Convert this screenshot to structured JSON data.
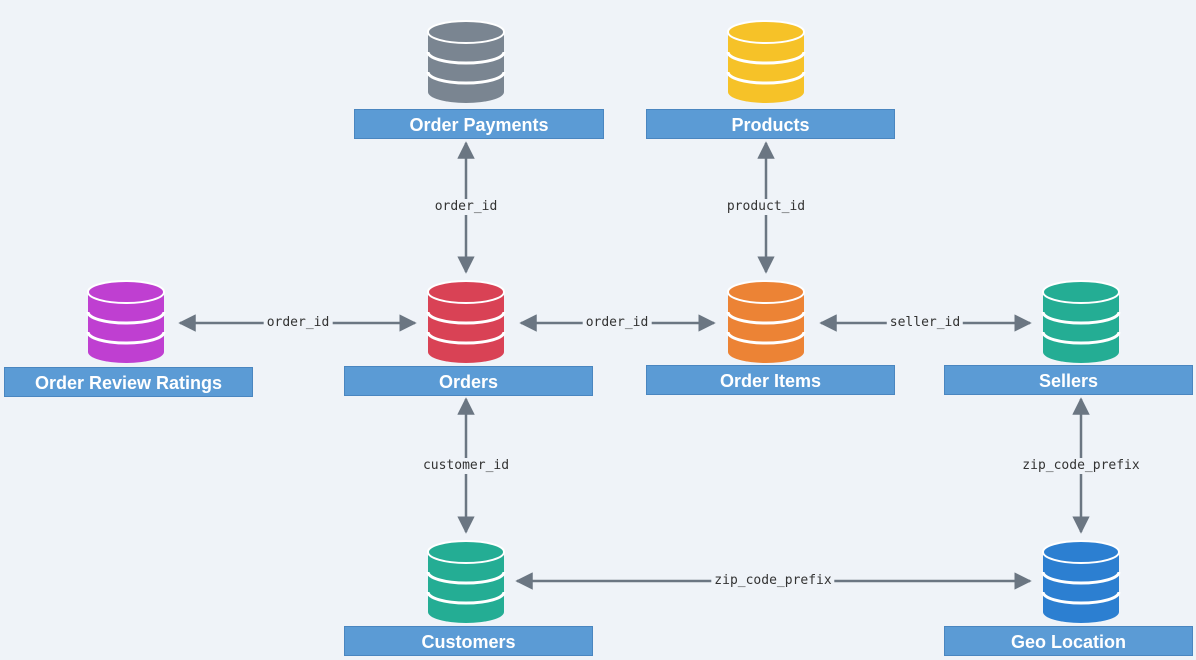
{
  "tables": {
    "order_payments": {
      "label": "Order Payments",
      "color": "#7a8591"
    },
    "products": {
      "label": "Products",
      "color": "#f6c228"
    },
    "order_review_ratings": {
      "label": "Order Review Ratings",
      "color": "#bf3fd1"
    },
    "orders": {
      "label": "Orders",
      "color": "#d94255"
    },
    "order_items": {
      "label": "Order Items",
      "color": "#ec8335"
    },
    "sellers": {
      "label": "Sellers",
      "color": "#24ad94"
    },
    "customers": {
      "label": "Customers",
      "color": "#24ad94"
    },
    "geo_location": {
      "label": "Geo Location",
      "color": "#2c7fd1"
    }
  },
  "relations": {
    "payments_orders": {
      "from": "order_payments",
      "to": "orders",
      "key": "order_id"
    },
    "products_items": {
      "from": "products",
      "to": "order_items",
      "key": "product_id"
    },
    "reviews_orders": {
      "from": "order_review_ratings",
      "to": "orders",
      "key": "order_id"
    },
    "orders_items": {
      "from": "orders",
      "to": "order_items",
      "key": "order_id"
    },
    "items_sellers": {
      "from": "order_items",
      "to": "sellers",
      "key": "seller_id"
    },
    "orders_customers": {
      "from": "orders",
      "to": "customers",
      "key": "customer_id"
    },
    "sellers_geo": {
      "from": "sellers",
      "to": "geo_location",
      "key": "zip_code_prefix"
    },
    "customers_geo": {
      "from": "customers",
      "to": "geo_location",
      "key": "zip_code_prefix"
    }
  },
  "style": {
    "box_fill": "#5b9bd5",
    "arrow_color": "#6b7682",
    "background": "#eff3f8"
  }
}
